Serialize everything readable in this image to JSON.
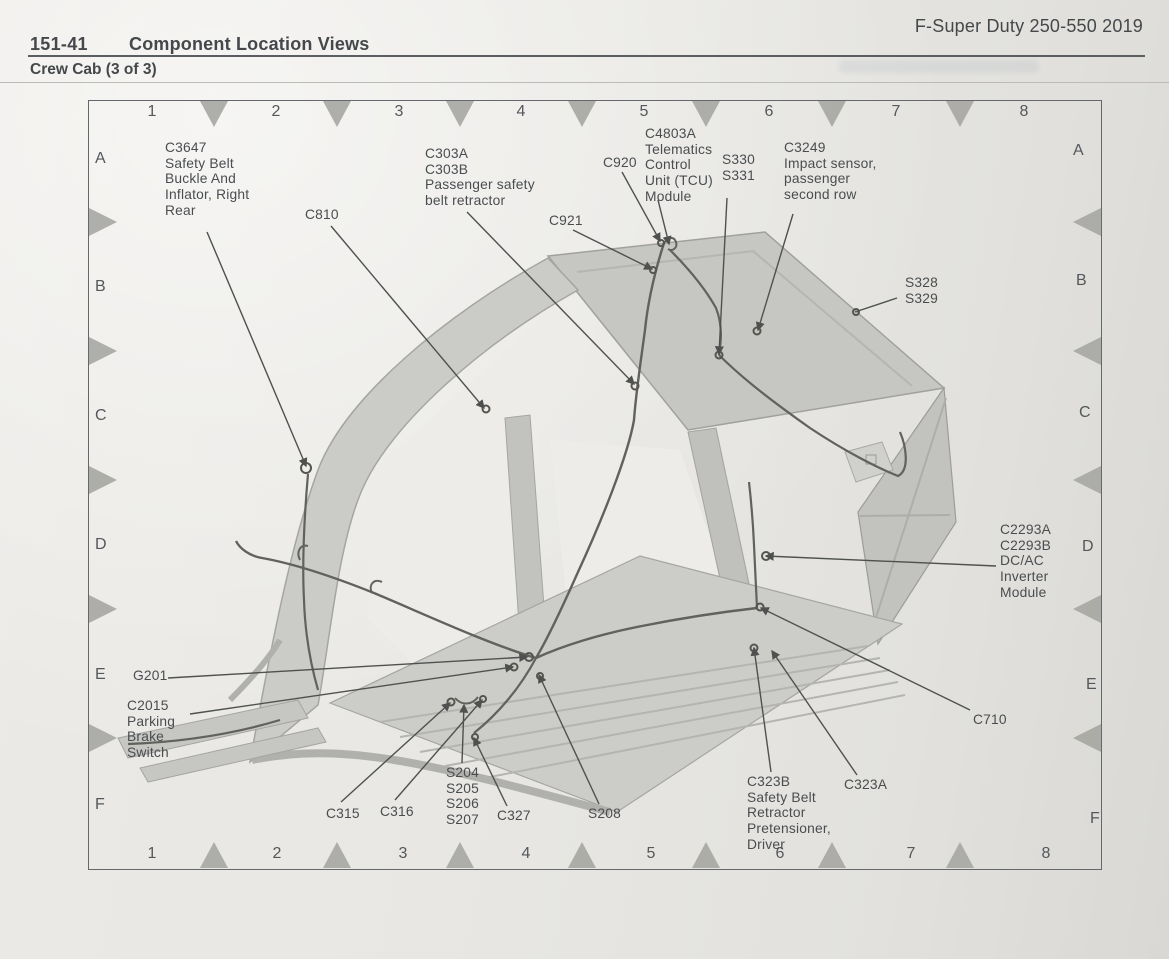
{
  "header": {
    "page_code": "151-41",
    "title": "Component Location Views",
    "subtitle": "Crew Cab (3 of 3)",
    "model": "F-Super Duty 250-550 2019"
  },
  "grid": {
    "columns": [
      "1",
      "2",
      "3",
      "4",
      "5",
      "6",
      "7",
      "8"
    ],
    "rows": [
      "A",
      "B",
      "C",
      "D",
      "E",
      "F"
    ]
  },
  "callouts": [
    {
      "id": "C3647",
      "text": "C3647\nSafety Belt\nBuckle And\nInflator, Right\nRear"
    },
    {
      "id": "C810",
      "text": "C810"
    },
    {
      "id": "C303",
      "text": "C303A\nC303B\nPassenger safety\nbelt retractor"
    },
    {
      "id": "C920",
      "text": "C920"
    },
    {
      "id": "C4803A",
      "text": "C4803A\nTelematics\nControl\nUnit (TCU)\nModule"
    },
    {
      "id": "S330",
      "text": "S330\nS331"
    },
    {
      "id": "C3249",
      "text": "C3249\nImpact sensor,\npassenger\nsecond row"
    },
    {
      "id": "C921",
      "text": "C921"
    },
    {
      "id": "S328",
      "text": "S328\nS329"
    },
    {
      "id": "C2293",
      "text": "C2293A\nC2293B\nDC/AC\nInverter\nModule"
    },
    {
      "id": "G201",
      "text": "G201"
    },
    {
      "id": "C2015",
      "text": "C2015\nParking\nBrake\nSwitch"
    },
    {
      "id": "C710",
      "text": "C710"
    },
    {
      "id": "C315",
      "text": "C315"
    },
    {
      "id": "C316",
      "text": "C316"
    },
    {
      "id": "S204",
      "text": "S204\nS205\nS206\nS207"
    },
    {
      "id": "C327",
      "text": "C327"
    },
    {
      "id": "S208",
      "text": "S208"
    },
    {
      "id": "C323B",
      "text": "C323B\nSafety Belt\nRetractor\nPretensioner,\nDriver"
    },
    {
      "id": "C323A",
      "text": "C323A"
    }
  ],
  "colors": {
    "paper": "#e8e7e3",
    "ink": "#45484b",
    "drawing_light": "#c6c6c2",
    "harness": "#61615d",
    "grid_triangle": "#a6a6a2"
  }
}
